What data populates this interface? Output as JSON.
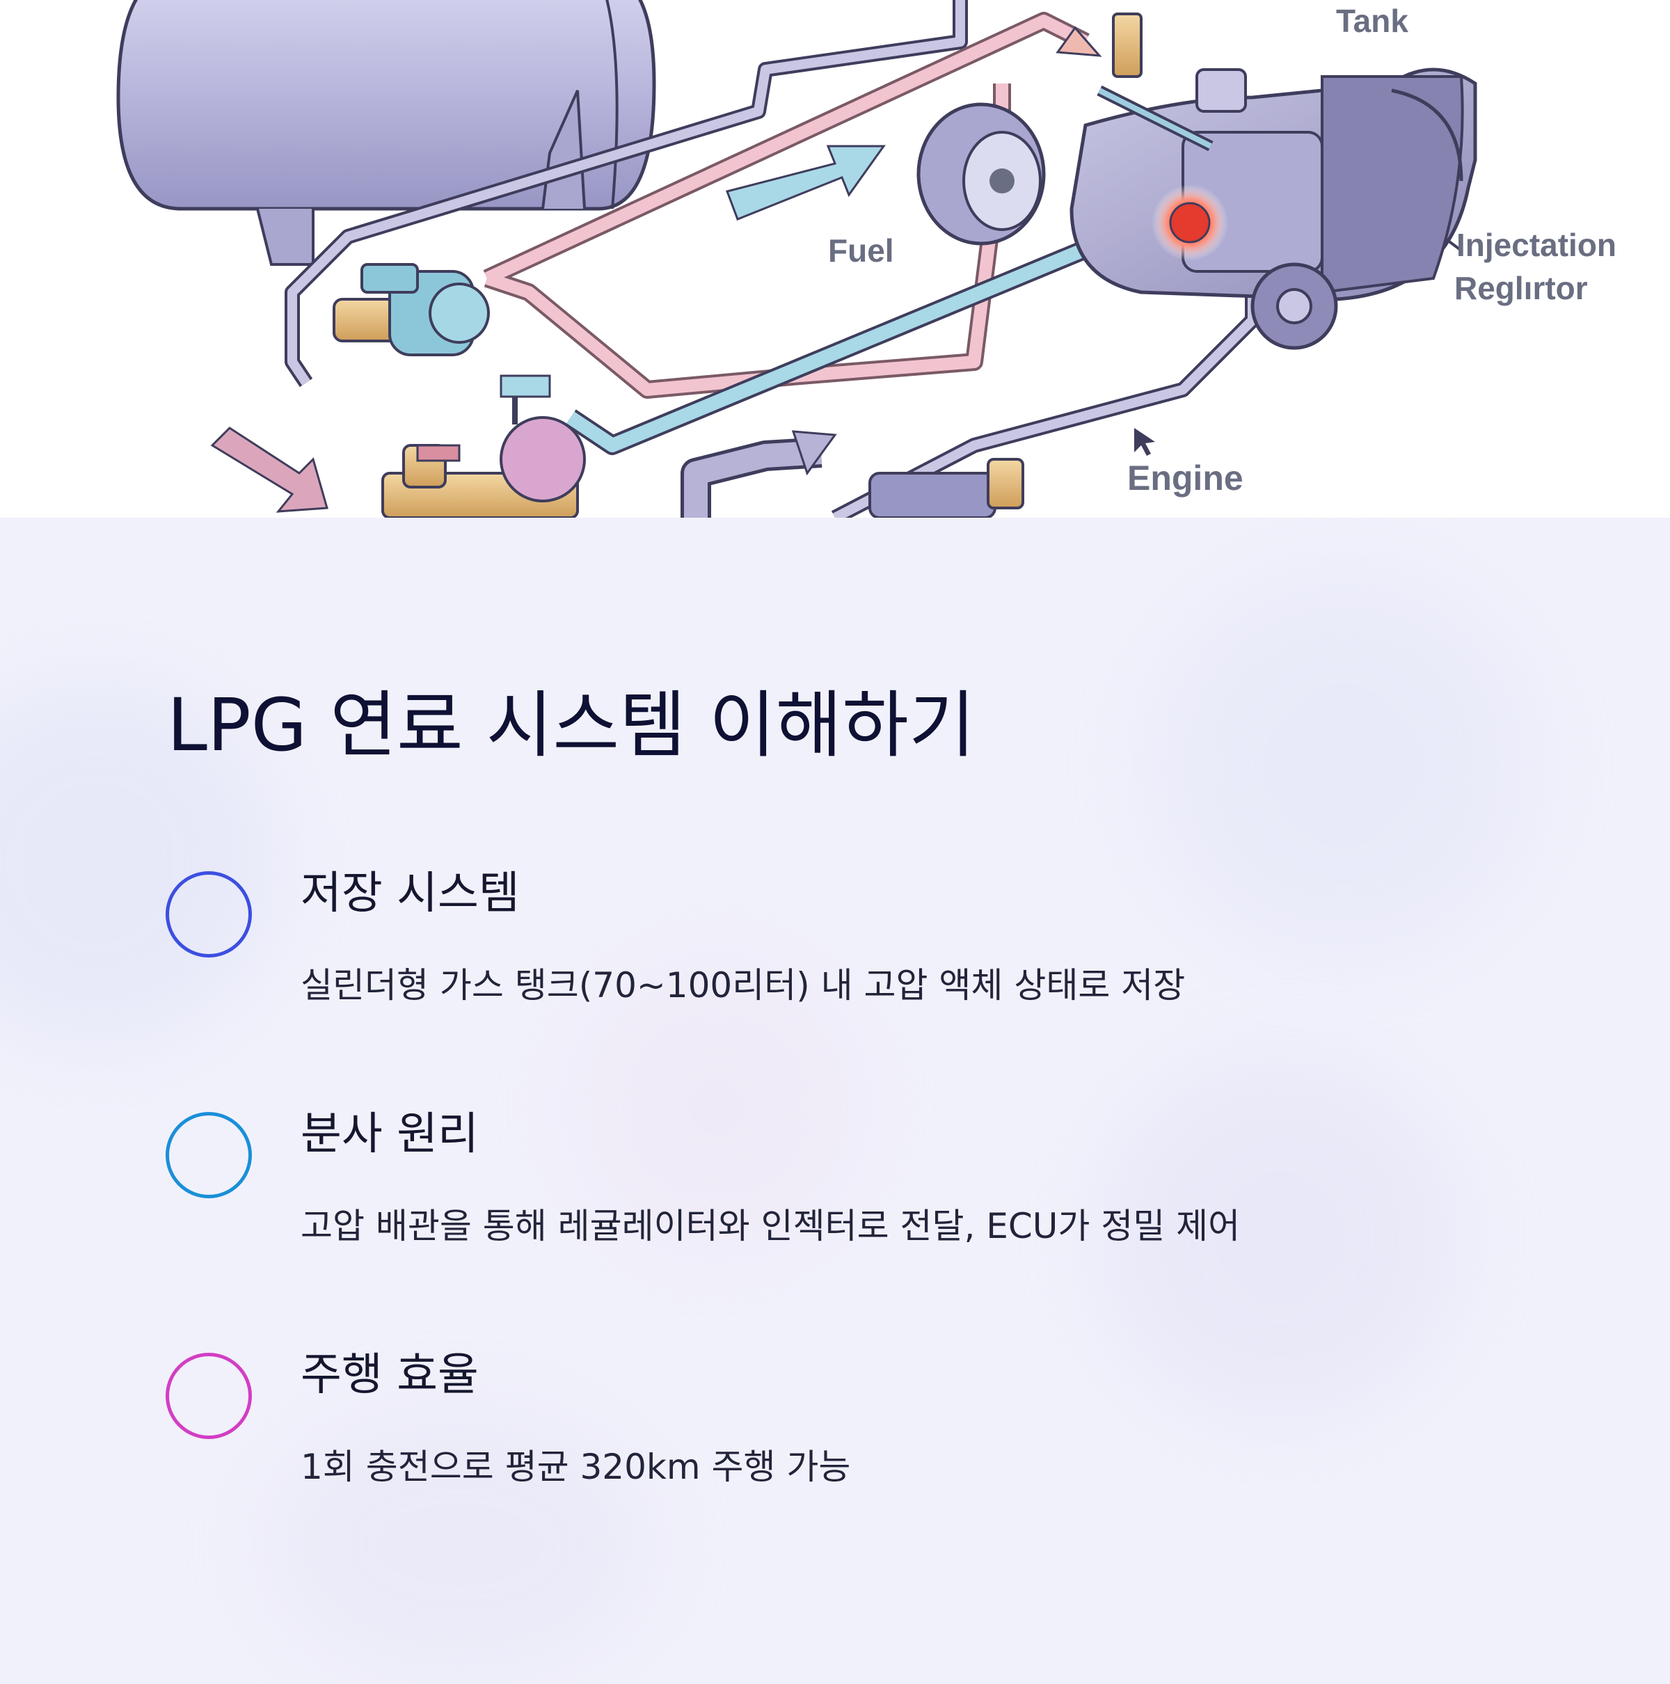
{
  "illustration": {
    "labels": {
      "tank": "Tank",
      "fuel": "Fuel",
      "injection_line1": "Injectation",
      "injection_line2": "Reglırtor",
      "engine": "Engine"
    }
  },
  "title": "LPG 연료 시스템 이해하기",
  "features": [
    {
      "title": "저장 시스템",
      "description": "실린더형 가스 탱크(70~100리터) 내 고압 액체 상태로 저장",
      "ring_color": "#3d4fe0"
    },
    {
      "title": "분사 원리",
      "description": "고압 배관을 통해 레귤레이터와 인젝터로 전달, ECU가 정밀 제어",
      "ring_color": "#1a8fd8"
    },
    {
      "title": "주행 효율",
      "description": "1회 충전으로 평균 320km 주행 가능",
      "ring_color": "#d23ec4"
    }
  ],
  "colors": {
    "background": "#f1f1fb",
    "title": "#0e1133",
    "pipe_pink": "#f2c4cf",
    "pipe_blue": "#a9d8e6",
    "pipe_lavender": "#b6b3d6",
    "tank_body": "#b8b6dc"
  }
}
